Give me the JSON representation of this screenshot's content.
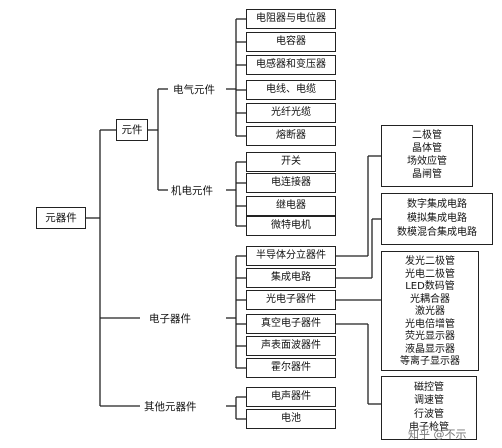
{
  "root": "元器件",
  "level1": {
    "components": "元件",
    "electronic_devices": "电子器件",
    "other_devices": "其他元器件"
  },
  "level2": {
    "electrical": "电气元件",
    "electromechanical": "机电元件"
  },
  "electrical_items": [
    "电阻器与电位器",
    "电容器",
    "电感器和变压器",
    "电线、电缆",
    "光纤光缆",
    "熔断器"
  ],
  "electromechanical_items": [
    "开关",
    "电连接器",
    "继电器",
    "微特电机"
  ],
  "electronic_items": [
    "半导体分立器件",
    "集成电路",
    "光电子器件",
    "真空电子器件",
    "声表面波器件",
    "霍尔器件"
  ],
  "other_items": [
    "电声器件",
    "电池"
  ],
  "semiconductor_group": [
    "二极管",
    "晶体管",
    "场效应管",
    "晶闸管"
  ],
  "ic_group": [
    "数字集成电路",
    "模拟集成电路",
    "数模混合集成电路"
  ],
  "optoelectronic_group": [
    "发光二极管",
    "光电二极管",
    "LED数码管",
    "光耦合器",
    "激光器",
    "光电倍增管",
    "荧光显示器",
    "液晶显示器",
    "等离子显示器"
  ],
  "vacuum_group": [
    "磁控管",
    "调速管",
    "行波管",
    "电子枪管"
  ],
  "watermark": "知乎 @不示"
}
